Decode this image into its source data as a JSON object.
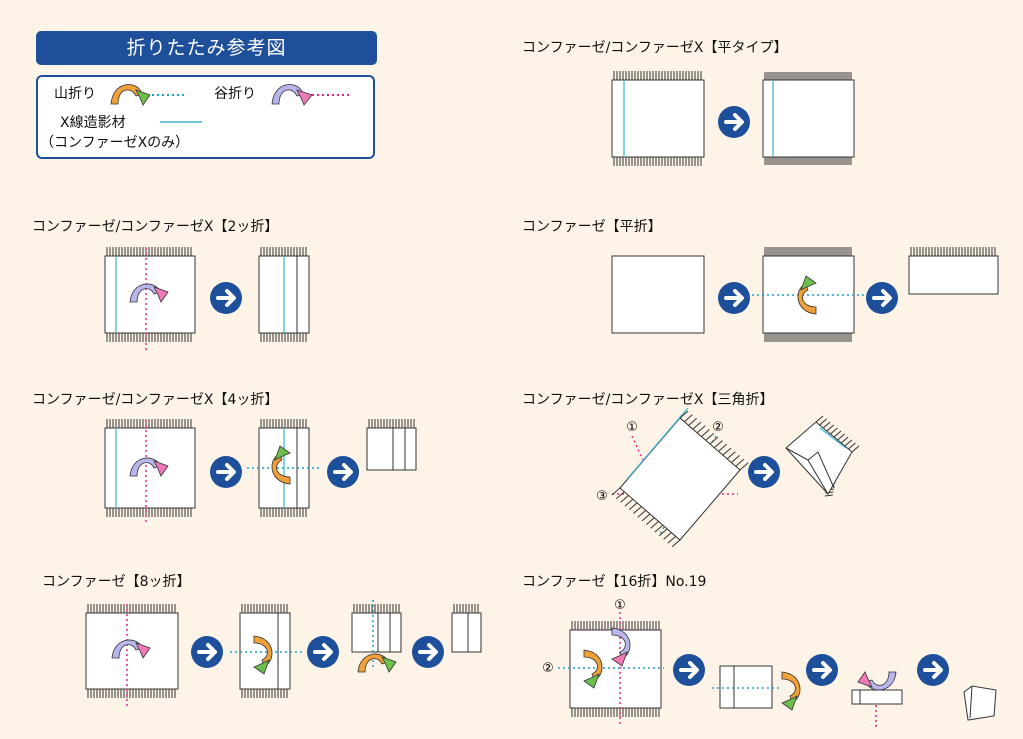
{
  "title": "折りたたみ参考図",
  "legend": {
    "mountain": "山折り",
    "valley": "谷折り",
    "x_material": "X線造影材",
    "x_note": "（コンファーゼXのみ）"
  },
  "sections": {
    "flat_type": "コンファーゼ/コンファーゼX【平タイプ】",
    "two_fold": "コンファーゼ/コンファーゼX【2ッ折】",
    "flat_fold": "コンファーゼ【平折】",
    "four_fold": "コンファーゼ/コンファーゼX【4ッ折】",
    "triangle_fold": "コンファーゼ/コンファーゼX【三角折】",
    "eight_fold": "コンファーゼ【8ッ折】",
    "sixteen_fold": "コンファーゼ【16折】No.19"
  },
  "markers": {
    "one": "①",
    "two": "②",
    "three": "③"
  },
  "colors": {
    "banner": "#1e4f9a",
    "background": "#fdf3e6",
    "mountain_line": "#1aa3c8",
    "valley_line": "#e4278a",
    "xray_line": "#39b4d6",
    "mountain_arrow_green": "#6cbf4a",
    "mountain_arrow_orange": "#f0a038",
    "valley_arrow_pink": "#f07ab8",
    "valley_arrow_lavender": "#b8b6ec",
    "step_arrow": "#1e4f9a"
  },
  "icons": [
    "mountain-fold-arrow-icon",
    "valley-fold-arrow-icon",
    "step-arrow-icon"
  ]
}
